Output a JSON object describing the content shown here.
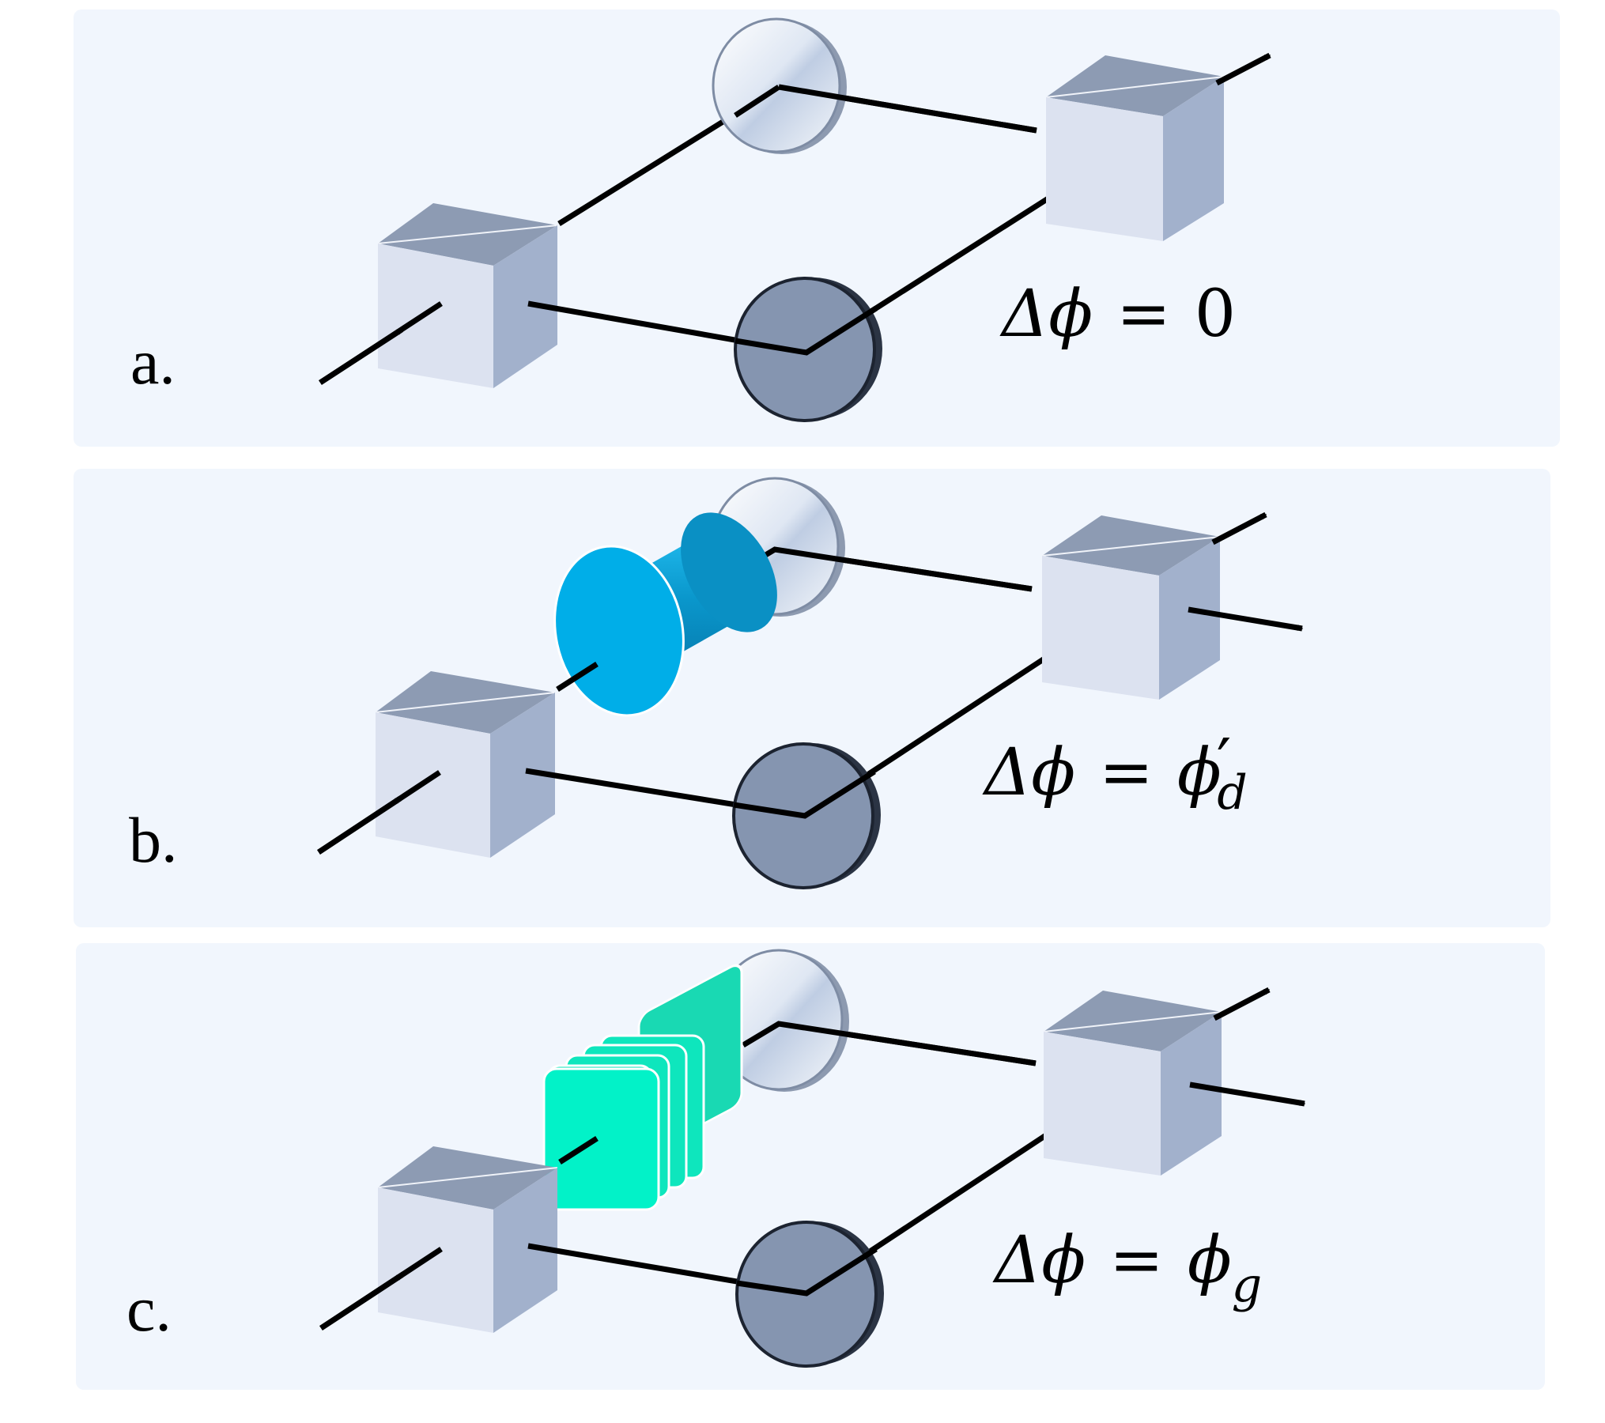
{
  "panels": [
    {
      "label": "a.",
      "equation": {
        "lhs": "Δϕ",
        "rhs_symbol": "0",
        "rhs_prime": "",
        "rhs_subscript": ""
      },
      "element": "none"
    },
    {
      "label": "b.",
      "equation": {
        "lhs": "Δϕ",
        "rhs_symbol": "ϕ",
        "rhs_prime": "′",
        "rhs_subscript": "d"
      },
      "element": "cylinder"
    },
    {
      "label": "c.",
      "equation": {
        "lhs": "Δϕ",
        "rhs_symbol": "ϕ",
        "rhs_prime": "",
        "rhs_subscript": "g"
      },
      "element": "stacked-plates"
    }
  ],
  "colors": {
    "panel_background": "#f1f6fd",
    "cube_front": "#dce2f0",
    "cube_side": "#a2b1cc",
    "cube_top": "#8d9bb3",
    "dark_mirror": "#8595b0",
    "light_mirror": "#e3ebf6",
    "cylinder": "#00aee8",
    "cylinder_side": "#0d9dd2",
    "plates": "#02f2c8",
    "plates_side": "#19d9b3",
    "beam": "#000000"
  }
}
